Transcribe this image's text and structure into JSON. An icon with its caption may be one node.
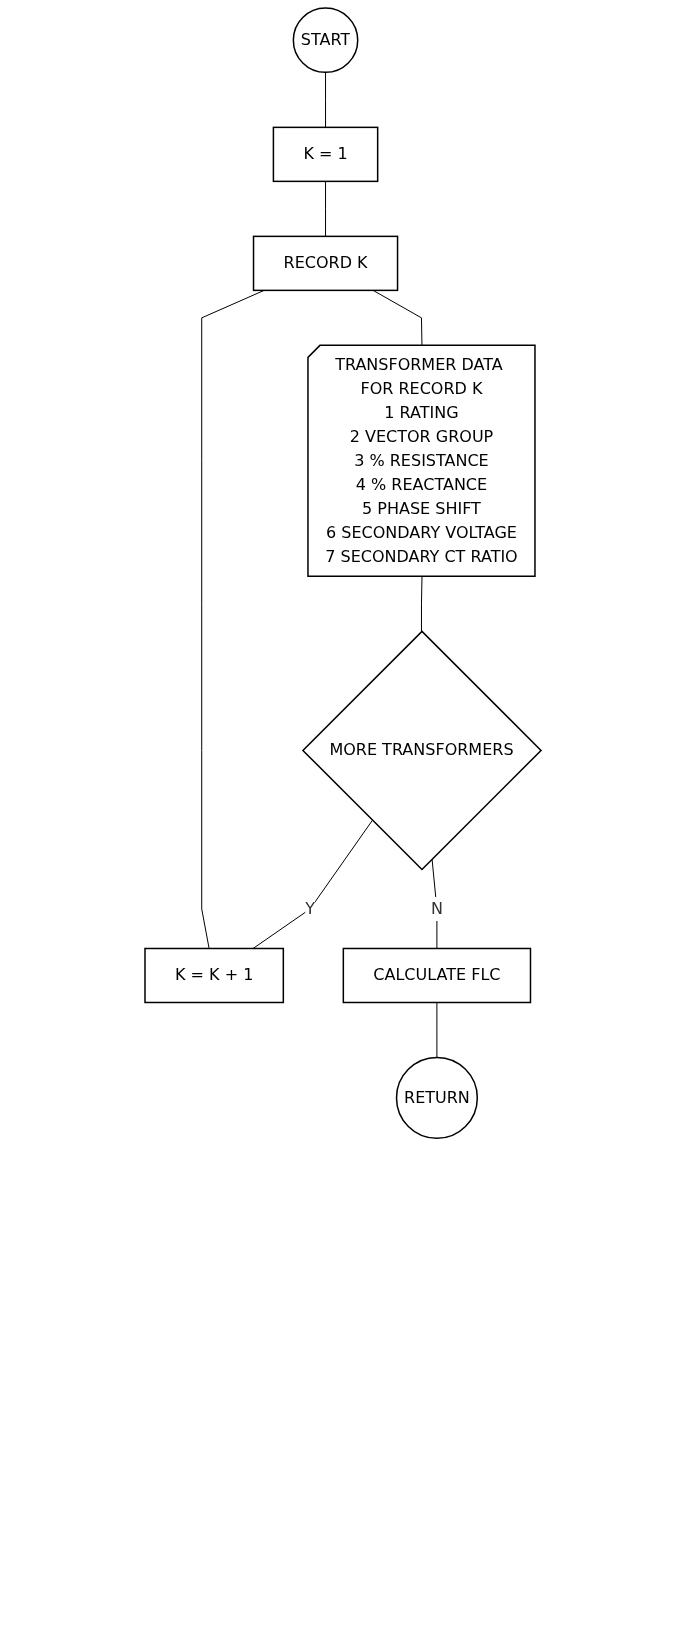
{
  "diagram": {
    "nodes": [
      {
        "text": [
          "START"
        ]
      },
      {
        "text": [
          "K = 1"
        ]
      },
      {
        "text": [
          "RECORD K"
        ]
      },
      {
        "text": [
          "TRANSFORMER DATA FOR RECORD K",
          "1 RATING",
          "2 VECTOR GROUP",
          "3 % RESISTANCE",
          "4 % REACTANCE",
          "5 PHASE SHIFT",
          "6 SECONDARY VOLTAGE",
          "7 SECONDARY CT RATIO"
        ]
      },
      {
        "text": [
          "MORE TRANSFORMERS"
        ]
      },
      {
        "text": [
          "K = K + 1"
        ]
      },
      {
        "text": [
          "CALCULATE FLC"
        ]
      },
      {
        "text": [
          "RETURN"
        ]
      }
    ],
    "edges": [
      {
        "from": 0,
        "to": 1,
        "arrow": "none"
      },
      {
        "from": 1,
        "to": 2,
        "arrow": "none"
      },
      {
        "from": 2,
        "to": 3,
        "arrow": "none"
      },
      {
        "from": 3,
        "to": 4,
        "arrow": "none"
      },
      {
        "from": 4,
        "to": 5,
        "arrow": "none",
        "label": "Y"
      },
      {
        "from": 5,
        "to": 2,
        "arrow": "none"
      },
      {
        "from": 4,
        "to": 6,
        "arrow": "none",
        "label": "N"
      },
      {
        "from": 6,
        "to": 7,
        "arrow": "none"
      }
    ]
  }
}
